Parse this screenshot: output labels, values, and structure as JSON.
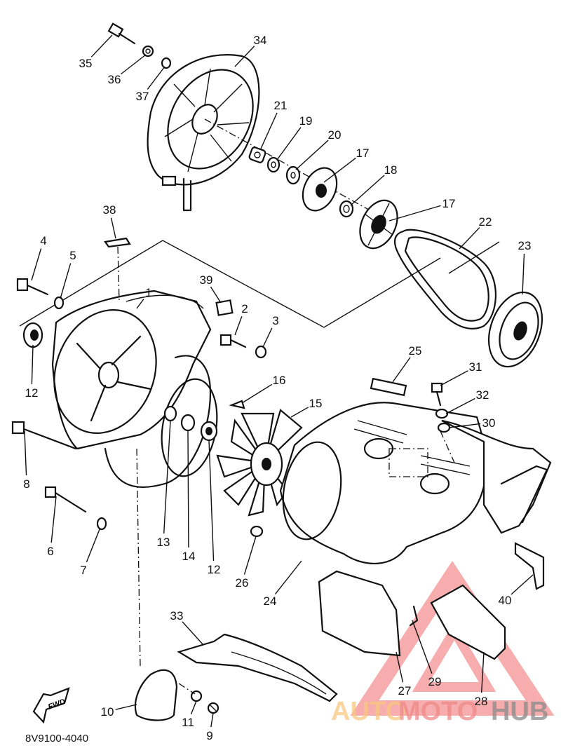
{
  "diagram_code": "8V9100-4040",
  "direction_badge": "FWD",
  "watermark": {
    "part1": "AUTO",
    "part2": "MOTO",
    "part3": "HUB",
    "colors": [
      "#f9c77f",
      "#f08a8a",
      "#9a9a9a"
    ],
    "logo_color": "#f26b6b"
  },
  "part_labels": [
    "35",
    "36",
    "37",
    "34",
    "21",
    "19",
    "20",
    "17",
    "18",
    "17",
    "22",
    "23",
    "38",
    "4",
    "5",
    "1",
    "39",
    "2",
    "3",
    "12",
    "16",
    "15",
    "25",
    "31",
    "32",
    "30",
    "8",
    "6",
    "7",
    "13",
    "14",
    "12",
    "26",
    "24",
    "40",
    "33",
    "27",
    "29",
    "28",
    "10",
    "11",
    "9"
  ]
}
